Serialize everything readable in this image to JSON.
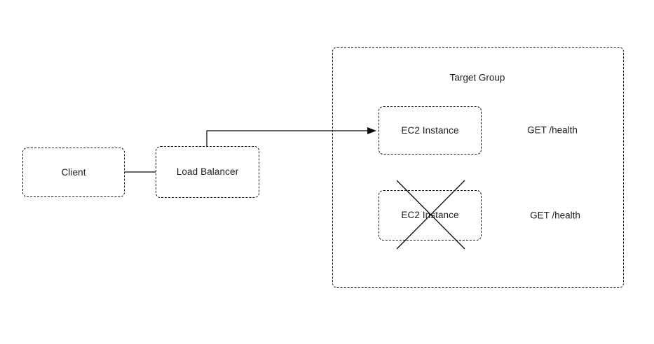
{
  "diagram": {
    "title_text": "Target Group",
    "nodes": {
      "client": {
        "label": "Client"
      },
      "load_balancer": {
        "label": "Load Balancer"
      },
      "ec2_instance_healthy": {
        "label": "EC2 Instance"
      },
      "ec2_instance_failed": {
        "label": "EC2 Instance"
      }
    },
    "annotations": {
      "health_check_1": "GET /health",
      "health_check_2": "GET /health"
    },
    "colors": {
      "stroke": "#0b0b0b",
      "text": "#1c1c1c",
      "background": "#ffffff"
    }
  }
}
